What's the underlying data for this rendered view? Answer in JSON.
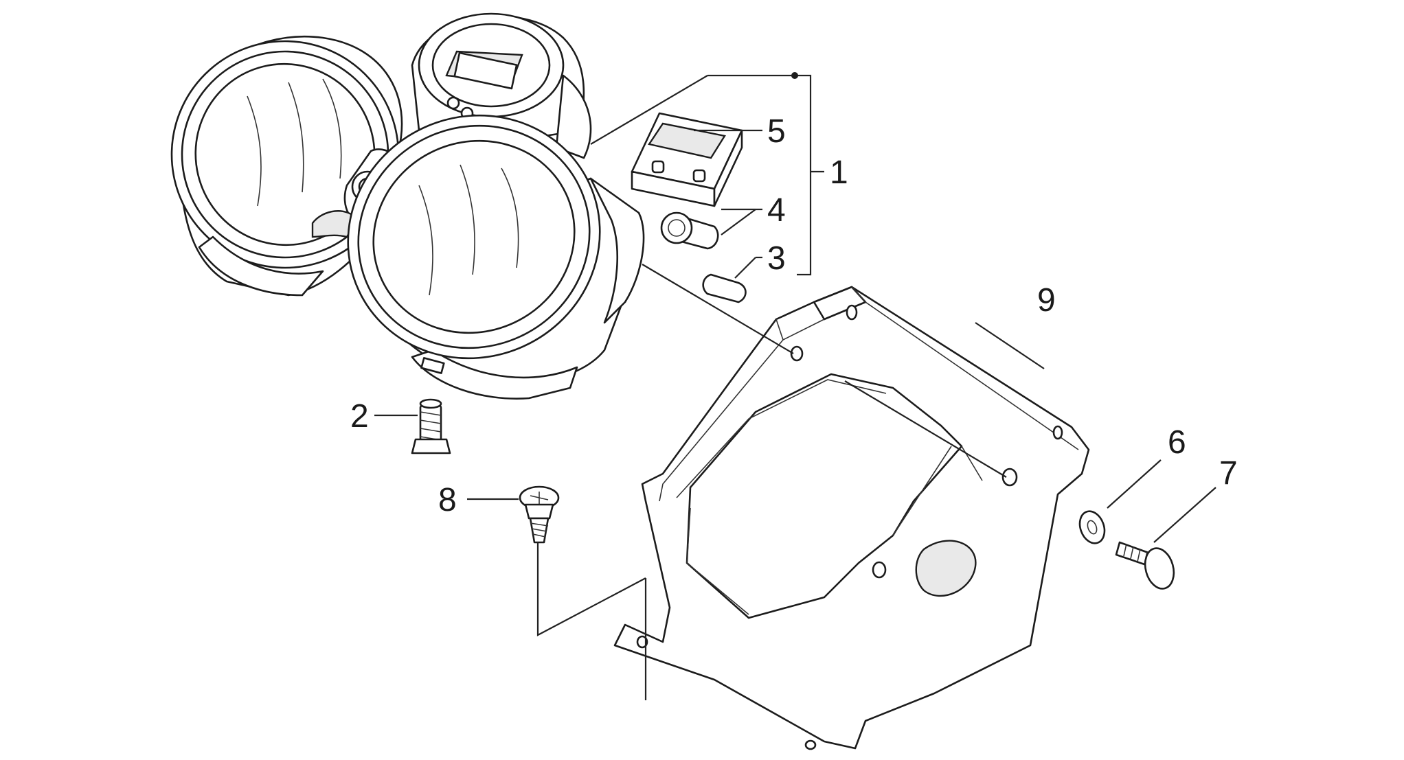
{
  "callouts": [
    {
      "id": "1",
      "text": "1"
    },
    {
      "id": "2",
      "text": "2"
    },
    {
      "id": "3",
      "text": "3"
    },
    {
      "id": "4",
      "text": "4"
    },
    {
      "id": "5",
      "text": "5"
    },
    {
      "id": "6",
      "text": "6"
    },
    {
      "id": "7",
      "text": "7"
    },
    {
      "id": "8",
      "text": "8"
    },
    {
      "id": "9",
      "text": "9"
    }
  ],
  "colors": {
    "line": "#1c1c1c",
    "background": "#ffffff",
    "shade": "#e9e9e9"
  }
}
